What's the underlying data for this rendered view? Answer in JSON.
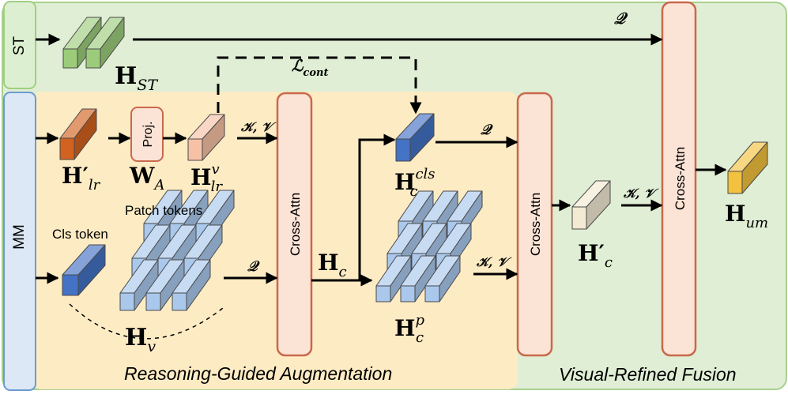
{
  "colors": {
    "fusion_bg": "#dfeed4",
    "fusion_border": "#a8d08d",
    "aug_bg": "#fdebc4",
    "mm_bg": "#dce8f5",
    "mm_border": "#6d9bd1",
    "st_bg": "#dcefd0",
    "st_border": "#9fcf82",
    "attn_fill": "#fbe3d6",
    "attn_stroke": "#c9694b",
    "green_block": "#9ccc7a",
    "orange_block": "#d2621f",
    "peach_block": "#f6c1a4",
    "blue_block": "#4472c4",
    "lightblue_block": "#a9c8ec",
    "cream_block": "#f3ead3",
    "yellow_block": "#f2c13f"
  },
  "modalities": {
    "st": "ST",
    "mm": "MM"
  },
  "sections": {
    "augmentation": "Reasoning-Guided Augmentation",
    "fusion": "Visual-Refined Fusion"
  },
  "attention": {
    "label": "Cross-Attn"
  },
  "projection": {
    "label": "Proj."
  },
  "tokens": {
    "cls": "Cls token",
    "patch": "Patch tokens"
  },
  "symbols": {
    "H_ST": {
      "base": "H",
      "sub": "ST",
      "sup": ""
    },
    "H_lr_prime": {
      "base": "H′",
      "sub": "lr",
      "sup": ""
    },
    "W_A": {
      "base": "W",
      "sub": "A",
      "sup": ""
    },
    "H_lr_v": {
      "base": "H",
      "sub": "lr",
      "sup": "v"
    },
    "H_v": {
      "base": "H",
      "sub": "v",
      "sup": ""
    },
    "H_c": {
      "base": "H",
      "sub": "c",
      "sup": ""
    },
    "H_c_cls": {
      "base": "H",
      "sub": "c",
      "sup": "cls"
    },
    "H_c_p": {
      "base": "H",
      "sub": "c",
      "sup": "p"
    },
    "H_c_prime": {
      "base": "H′",
      "sub": "c",
      "sup": ""
    },
    "H_um": {
      "base": "H",
      "sub": "um",
      "sup": ""
    }
  },
  "arrow_labels": {
    "q": "𝒬",
    "kv": "𝒦, 𝒱",
    "loss_base": "ℒ",
    "loss_sub": "cont"
  }
}
